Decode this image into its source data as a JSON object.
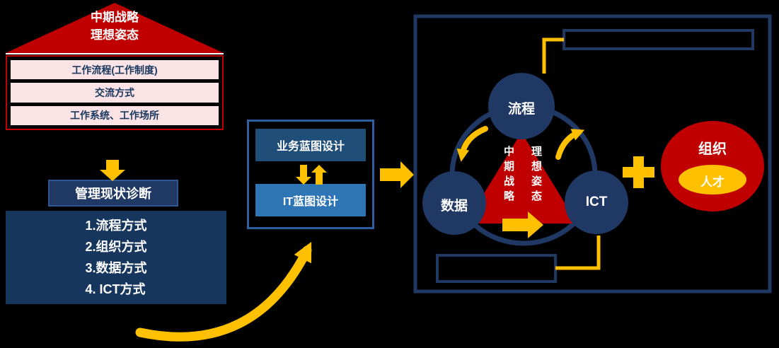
{
  "house": {
    "roof": {
      "line1": "中期战略",
      "line2": "理想姿态"
    },
    "rows": [
      "工作流程(工作制度)",
      "交流方式",
      "工作系统、工作场所"
    ]
  },
  "diagnosis": {
    "title": "管理现状诊断",
    "items": [
      "1.流程方式",
      "2.组织方式",
      "3.数据方式",
      "4. ICT方式"
    ]
  },
  "blueprint": {
    "business": "业务蓝图设计",
    "it": "IT蓝图设计"
  },
  "cycle": {
    "process": "流程",
    "data": "数据",
    "ict": "ICT",
    "core_left": "中期战略",
    "core_right": "理想姿态"
  },
  "organization": {
    "title": "组织",
    "talent": "人才"
  },
  "colors": {
    "red": "#C00000",
    "navy": "#1F3864",
    "panel_navy": "#16365D",
    "steel_blue": "#1F4E79",
    "medium_blue": "#2E75B6",
    "gold": "#FFC000",
    "pink": "#FBE3E5",
    "white": "#FFFFFF"
  }
}
